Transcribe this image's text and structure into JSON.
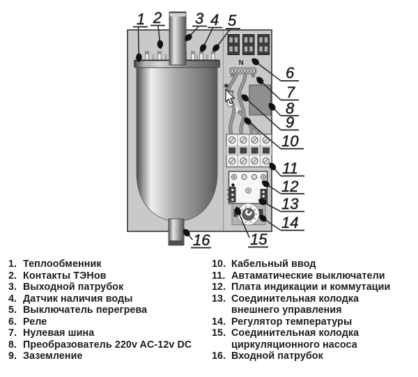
{
  "diagram": {
    "n_label": "N",
    "ground_symbol": "✶",
    "callout_labels": [
      "1",
      "2",
      "3",
      "4",
      "5",
      "6",
      "7",
      "8",
      "9",
      "10",
      "11",
      "12",
      "13",
      "14",
      "15",
      "16"
    ]
  },
  "legend": {
    "left": [
      {
        "num": "1.",
        "text": "Теплообменник"
      },
      {
        "num": "2.",
        "text": "Контакты ТЭНов"
      },
      {
        "num": "3.",
        "text": "Выходной патрубок"
      },
      {
        "num": "4.",
        "text": "Датчик наличия воды"
      },
      {
        "num": "5.",
        "text": "Выключатель перегрева"
      },
      {
        "num": "6.",
        "text": "Реле"
      },
      {
        "num": "7.",
        "text": "Нулевая шина"
      },
      {
        "num": "8.",
        "text": "Преобразователь 220v AC-12v DC"
      },
      {
        "num": "9.",
        "text": "Заземление"
      }
    ],
    "right": [
      {
        "num": "10.",
        "text": "Кабельный ввод"
      },
      {
        "num": "11.",
        "text": "Автаматические выключатели"
      },
      {
        "num": "12.",
        "text": "Плата индикации и коммутации"
      },
      {
        "num": "13.",
        "text": "Соединительная колодка",
        "text2": "внешнего управления"
      },
      {
        "num": "14.",
        "text": "Регулятор температуры"
      },
      {
        "num": "15.",
        "text": "Соединительная колодка",
        "text2": "циркуляционного насоса"
      },
      {
        "num": "16.",
        "text": "Входной патрубок"
      }
    ]
  },
  "colors": {
    "panel": "#c9c9c9",
    "text": "#1b1b1b",
    "leader_line": "#2e2e2e",
    "relay_body": "#3b3b3b",
    "converter": "#8f8f8f"
  }
}
